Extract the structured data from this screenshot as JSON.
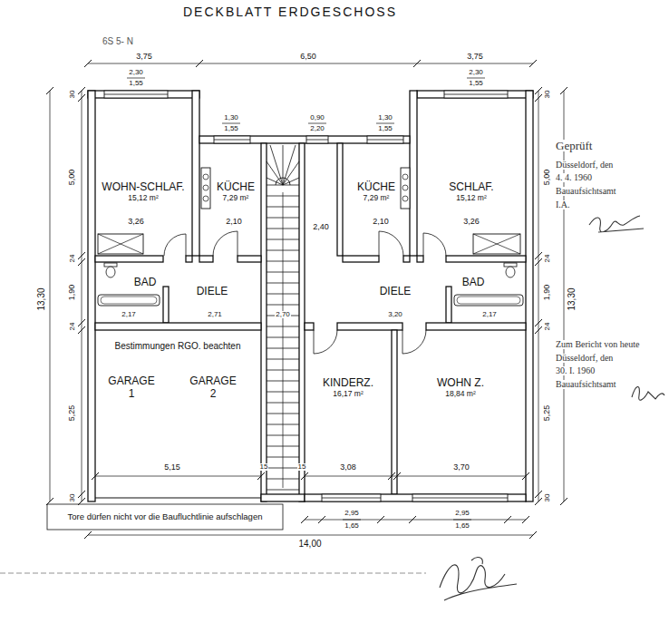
{
  "diagram": {
    "title": "DECKBLATT ERDGESCHOSS",
    "nodes": [
      {
        "text": [
          "WOHN-SCHLAF.",
          "15,12 m²"
        ]
      },
      {
        "text": [
          "KÜCHE",
          "7,29 m²"
        ]
      },
      {
        "text": [
          "KÜCHE",
          "7,29 m²"
        ]
      },
      {
        "text": [
          "SCHLAF.",
          "15,12 m²"
        ]
      },
      {
        "text": [
          "BAD"
        ]
      },
      {
        "text": [
          "DIELE"
        ]
      },
      {
        "text": [
          "DIELE"
        ]
      },
      {
        "text": [
          "BAD"
        ]
      },
      {
        "text": [
          "GARAGE",
          "1"
        ]
      },
      {
        "text": [
          "GARAGE",
          "2"
        ]
      },
      {
        "text": [
          "KINDERZ.",
          "16,17 m²"
        ]
      },
      {
        "text": [
          "WOHN Z.",
          "18,84 m²"
        ]
      }
    ],
    "labels": [
      "6S 5- N",
      "3,75",
      "6,50",
      "3,75",
      "2,30",
      "1,55",
      "1,30",
      "1,55",
      "0,90",
      "2,20",
      "1,30",
      "1,55",
      "2,30",
      "1,55",
      "3,26",
      "2,10",
      "2,40",
      "2,10",
      "3,26",
      "2,17",
      "2,71",
      "2,70",
      "3,20",
      "2,17",
      "Bestimmungen RGO. beachten",
      "5,15",
      "15",
      "15",
      "3,08",
      "3,70",
      "2,95",
      "1,65",
      "2,95",
      "1,65",
      "14,00",
      "Tore dürfen nicht vor die Baufluchtlinie aufschlagen",
      "13,30",
      "30",
      "5,00",
      "24",
      "1,90",
      "24",
      "5,25",
      "30",
      "30",
      "5,00",
      "24",
      "1,90",
      "24",
      "5,25",
      "30",
      "13,30",
      "Geprüft",
      "Düsseldorf, den",
      "4. 4. 1960",
      "Bauaufsichtsamt",
      "I.A.",
      "Zum Bericht von heute",
      "Düsseldorf, den",
      "30. I. 1960",
      "Bauaufsichtsamt"
    ]
  }
}
